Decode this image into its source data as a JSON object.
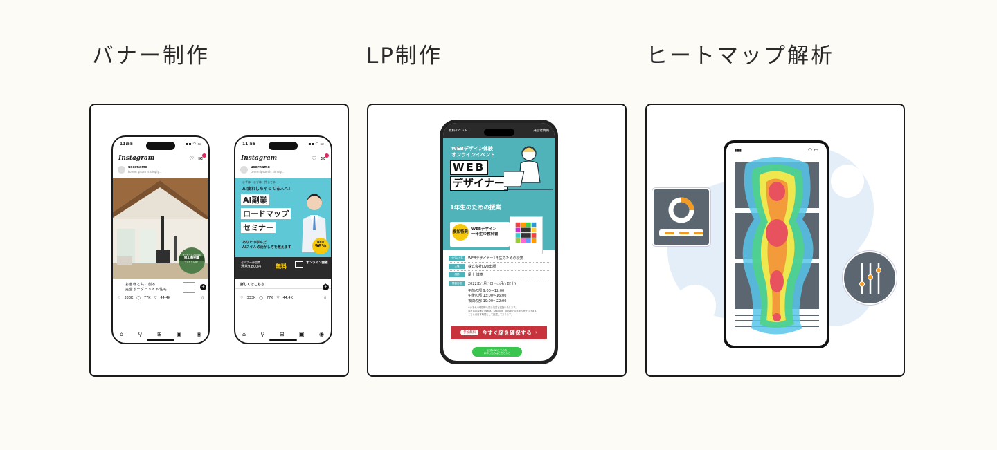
{
  "sections": {
    "banner": {
      "title": "バナー制作"
    },
    "lp": {
      "title": "LP制作"
    },
    "heatmap": {
      "title": "ヒートマップ解析"
    }
  },
  "instagram": {
    "status_time": "11:55",
    "logo": "Instagram",
    "username": "username",
    "user_sub": "Lorem ipsum is simply...",
    "post1": {
      "badge_line1": "オーダーメイド住宅",
      "badge_line2": "施工事例集",
      "badge_line3": "プレゼント中！",
      "caption_line1": "お客様と共に創る",
      "caption_line2": "完全オーダーメイド住宅"
    },
    "post2": {
      "headline_small": "まずは・まずは・押してる",
      "headline_line1": "AI疲れしちゃってる人へ!",
      "headline_big1": "AI副業",
      "headline_big2": "ロードマップ",
      "headline_big3": "セミナー",
      "subtext1": "あなたの学んだ",
      "subtext2": "AIスキルの活かし方を教えます",
      "satisfaction_label": "満足度",
      "satisfaction_value": "96%",
      "fee_label": "セミナー参加費",
      "fee_regular": "通常9,800円",
      "fee_free": "無料",
      "online_label": "オンライン開催",
      "cta": "詳しくはこちら"
    },
    "likes": "333K",
    "comments": "77K",
    "shares": "44.4K"
  },
  "lp": {
    "top_left": "無料イベント",
    "top_right": "運営者情報",
    "hero_sub1": "WEBデザイン体験",
    "hero_sub2": "オンラインイベント",
    "hero_word1": "WEB",
    "hero_word2": "デザイナー",
    "hero_line": "1年生のための授業",
    "tokuten": "参加特典",
    "book_text1": "WEBデザイン",
    "book_text2": "一年生の教科書",
    "rows": [
      {
        "label": "イベント名",
        "value": "WEBデザイナー1年生のための授業"
      },
      {
        "label": "主催",
        "value": "株式会社Live出版"
      },
      {
        "label": "講師",
        "value": "尾上 博樹"
      },
      {
        "label": "開催日程",
        "value": "2022年○月○日・○月○日(土)"
      }
    ],
    "times": [
      "午前の部 9:00～12:00",
      "午後の部 13:00～16:00",
      "夜間の部 19:00～22:00"
    ],
    "note1": "※いずれの時間帯も同じ内容を実施いたします。",
    "note2": "会社員の皆様にOsaka、Sapporo、Tokyoでの参加も受け付けます。",
    "note3": "こちらは日本時間として記載しております。",
    "cta_free": "参加無料",
    "cta_main": "今すぐ席を確保する",
    "line_btn1": "公式LINEにてのお",
    "line_btn2": "お申し込みはこちらから"
  },
  "colors": {
    "teal": "#4fb3b9",
    "slate": "#5b6670",
    "accent_orange": "#f39c23",
    "cta_red": "#c8323c"
  }
}
